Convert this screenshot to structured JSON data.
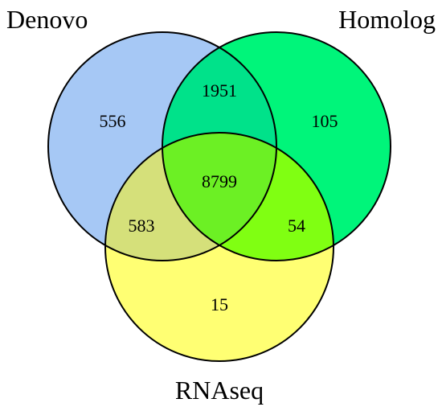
{
  "sets": [
    {
      "id": "denovo",
      "label": "Denovo",
      "color": "#a6c8f5"
    },
    {
      "id": "homolog",
      "label": "Homolog",
      "color": "#00f57a"
    },
    {
      "id": "rnaseq",
      "label": "RNAseq",
      "color": "#ffff73"
    }
  ],
  "regions": {
    "denovo_only": "556",
    "homolog_only": "105",
    "rnaseq_only": "15",
    "denovo_homolog": "1951",
    "denovo_rnaseq": "583",
    "homolog_rnaseq": "54",
    "all_three": "8799"
  },
  "region_colors": {
    "denovo_homolog": "#00e28a",
    "denovo_rnaseq": "#d5e07a",
    "homolog_rnaseq": "#80ff12",
    "all_three": "#6cf024"
  }
}
